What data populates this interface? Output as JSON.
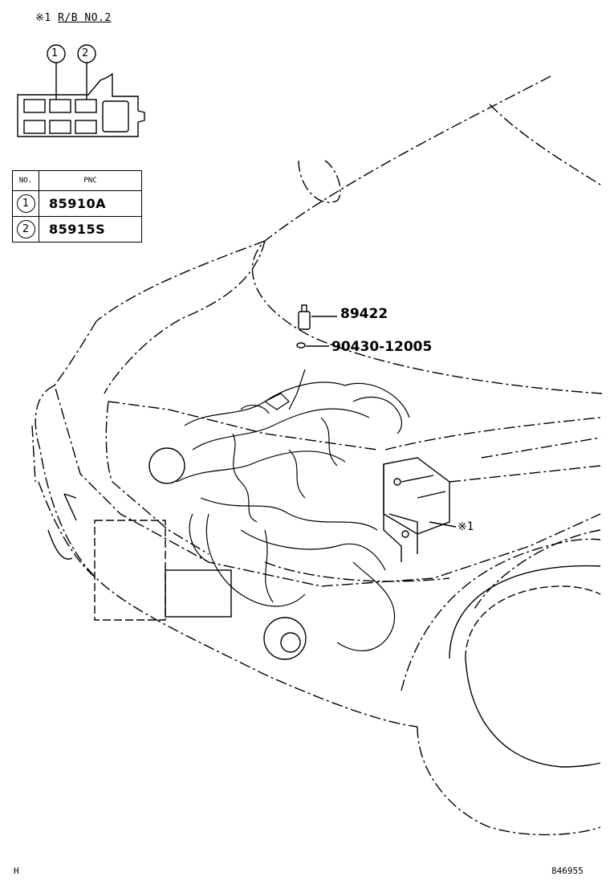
{
  "relay_block": {
    "title_mark": "※1",
    "title_text": "R/B NO.2",
    "callouts": [
      "1",
      "2"
    ]
  },
  "table": {
    "header_no": "NO.",
    "header_pnc": "PNC",
    "rows": [
      {
        "no": "1",
        "pnc": "85910A"
      },
      {
        "no": "2",
        "pnc": "85915S"
      }
    ]
  },
  "parts": {
    "horn_relay": "89422",
    "washer": "90430-12005",
    "ref_mark": "※1"
  },
  "footer": {
    "left_code": "H",
    "right_code": "846955"
  }
}
